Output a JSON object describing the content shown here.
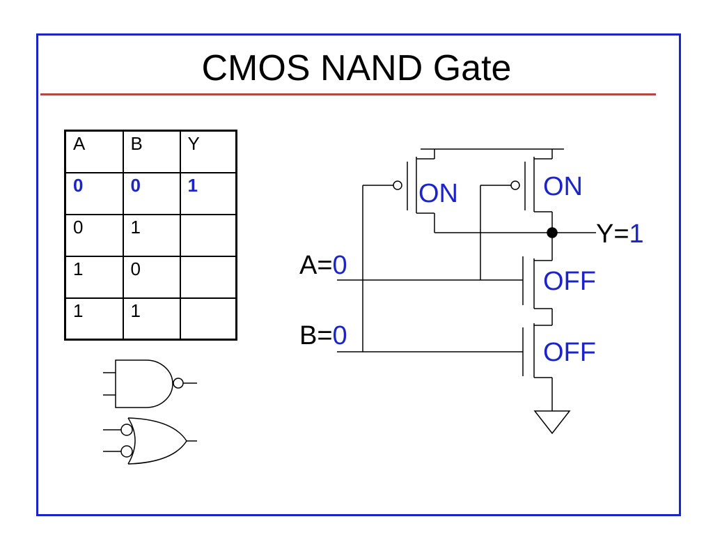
{
  "title": "CMOS NAND Gate",
  "colors": {
    "accent": "#1a24c8",
    "rule": "#b5473f",
    "text": "#000000"
  },
  "truth_table": {
    "headers": [
      "A",
      "B",
      "Y"
    ],
    "rows": [
      [
        "0",
        "0",
        "1"
      ],
      [
        "0",
        "1",
        ""
      ],
      [
        "1",
        "0",
        ""
      ],
      [
        "1",
        "1",
        ""
      ]
    ],
    "highlighted_row": 0
  },
  "circuit": {
    "pmos_left_state": "ON",
    "pmos_right_state": "ON",
    "nmos_top_state": "OFF",
    "nmos_bottom_state": "OFF",
    "input_a_label": "A=",
    "input_a_value": "0",
    "input_b_label": "B=",
    "input_b_value": "0",
    "output_label": "Y=",
    "output_value": "1"
  },
  "symbols": [
    "nand-gate-symbol",
    "bubbled-or-gate-symbol"
  ]
}
